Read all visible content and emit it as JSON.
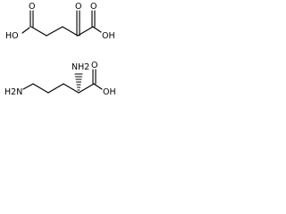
{
  "figure": {
    "molecules": [
      {
        "atoms": {
          "ho_left": "HO",
          "o_left_carbonyl": "O",
          "o_keto": "O",
          "o_right_carbonyl": "O",
          "oh_right": "OH"
        }
      },
      {
        "atoms": {
          "h2n_left": "H2N",
          "nh2_alpha": "NH2",
          "o_carbonyl": "O",
          "oh": "OH"
        }
      }
    ],
    "colors": {
      "bond": "#000000",
      "label": "#000000",
      "background": "#ffffff"
    }
  }
}
